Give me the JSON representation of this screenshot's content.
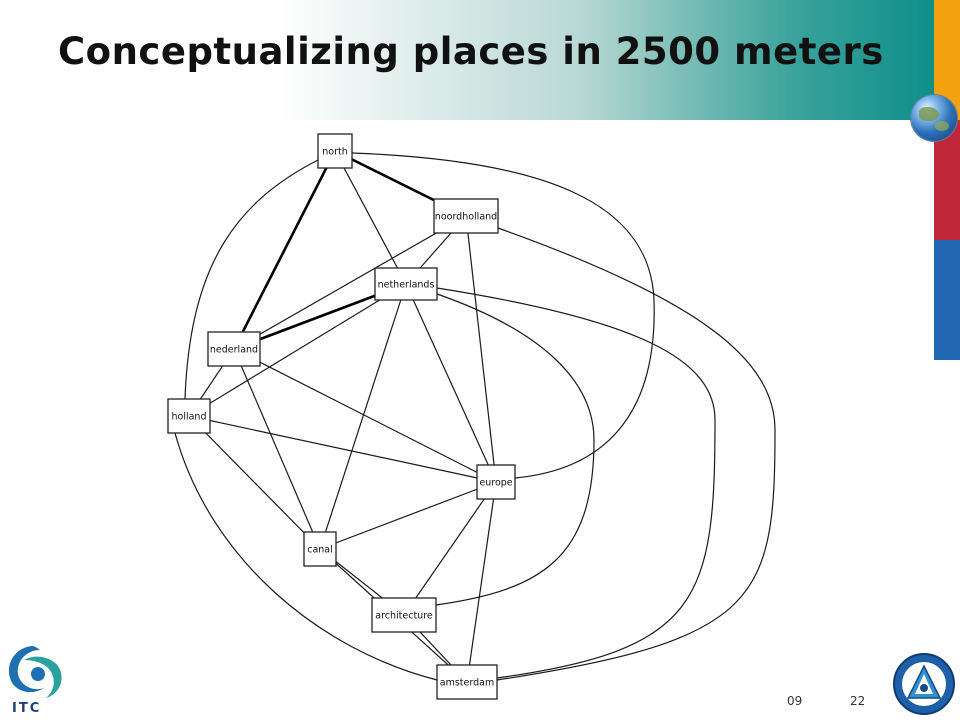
{
  "slide": {
    "title": "Conceptualizing places in 2500 meters",
    "footer_fragment": "09",
    "page_number": "22",
    "logo_text": "ITC"
  },
  "graph": {
    "nodes": [
      {
        "id": "north",
        "label": "north"
      },
      {
        "id": "noordholland",
        "label": "noordholland"
      },
      {
        "id": "netherlands",
        "label": "netherlands"
      },
      {
        "id": "nederland",
        "label": "nederland"
      },
      {
        "id": "holland",
        "label": "holland"
      },
      {
        "id": "europe",
        "label": "europe"
      },
      {
        "id": "canal",
        "label": "canal"
      },
      {
        "id": "architecture",
        "label": "architecture"
      },
      {
        "id": "amsterdam",
        "label": "amsterdam"
      }
    ],
    "edges": [
      {
        "from": "north",
        "to": "noordholland",
        "weight": "strong"
      },
      {
        "from": "north",
        "to": "nederland",
        "weight": "strong"
      },
      {
        "from": "netherlands",
        "to": "nederland",
        "weight": "strong"
      },
      {
        "from": "north",
        "to": "netherlands",
        "weight": "normal"
      },
      {
        "from": "north",
        "to": "holland",
        "weight": "normal"
      },
      {
        "from": "north",
        "to": "europe",
        "weight": "normal"
      },
      {
        "from": "noordholland",
        "to": "netherlands",
        "weight": "normal"
      },
      {
        "from": "noordholland",
        "to": "nederland",
        "weight": "normal"
      },
      {
        "from": "noordholland",
        "to": "europe",
        "weight": "normal"
      },
      {
        "from": "noordholland",
        "to": "amsterdam",
        "weight": "normal"
      },
      {
        "from": "netherlands",
        "to": "holland",
        "weight": "normal"
      },
      {
        "from": "netherlands",
        "to": "canal",
        "weight": "normal"
      },
      {
        "from": "netherlands",
        "to": "europe",
        "weight": "normal"
      },
      {
        "from": "netherlands",
        "to": "architecture",
        "weight": "normal"
      },
      {
        "from": "netherlands",
        "to": "amsterdam",
        "weight": "normal"
      },
      {
        "from": "nederland",
        "to": "holland",
        "weight": "normal"
      },
      {
        "from": "nederland",
        "to": "europe",
        "weight": "normal"
      },
      {
        "from": "nederland",
        "to": "canal",
        "weight": "normal"
      },
      {
        "from": "holland",
        "to": "europe",
        "weight": "normal"
      },
      {
        "from": "holland",
        "to": "canal",
        "weight": "normal"
      },
      {
        "from": "holland",
        "to": "amsterdam",
        "weight": "normal"
      },
      {
        "from": "canal",
        "to": "europe",
        "weight": "normal"
      },
      {
        "from": "canal",
        "to": "architecture",
        "weight": "normal"
      },
      {
        "from": "canal",
        "to": "amsterdam",
        "weight": "normal"
      },
      {
        "from": "europe",
        "to": "architecture",
        "weight": "normal"
      },
      {
        "from": "europe",
        "to": "amsterdam",
        "weight": "normal"
      },
      {
        "from": "architecture",
        "to": "amsterdam",
        "weight": "normal"
      }
    ]
  },
  "colors": {
    "accent_orange": "#f2a10f",
    "accent_red": "#c0283a",
    "accent_blue": "#2166b0",
    "header_teal": "#0e8f8a"
  }
}
